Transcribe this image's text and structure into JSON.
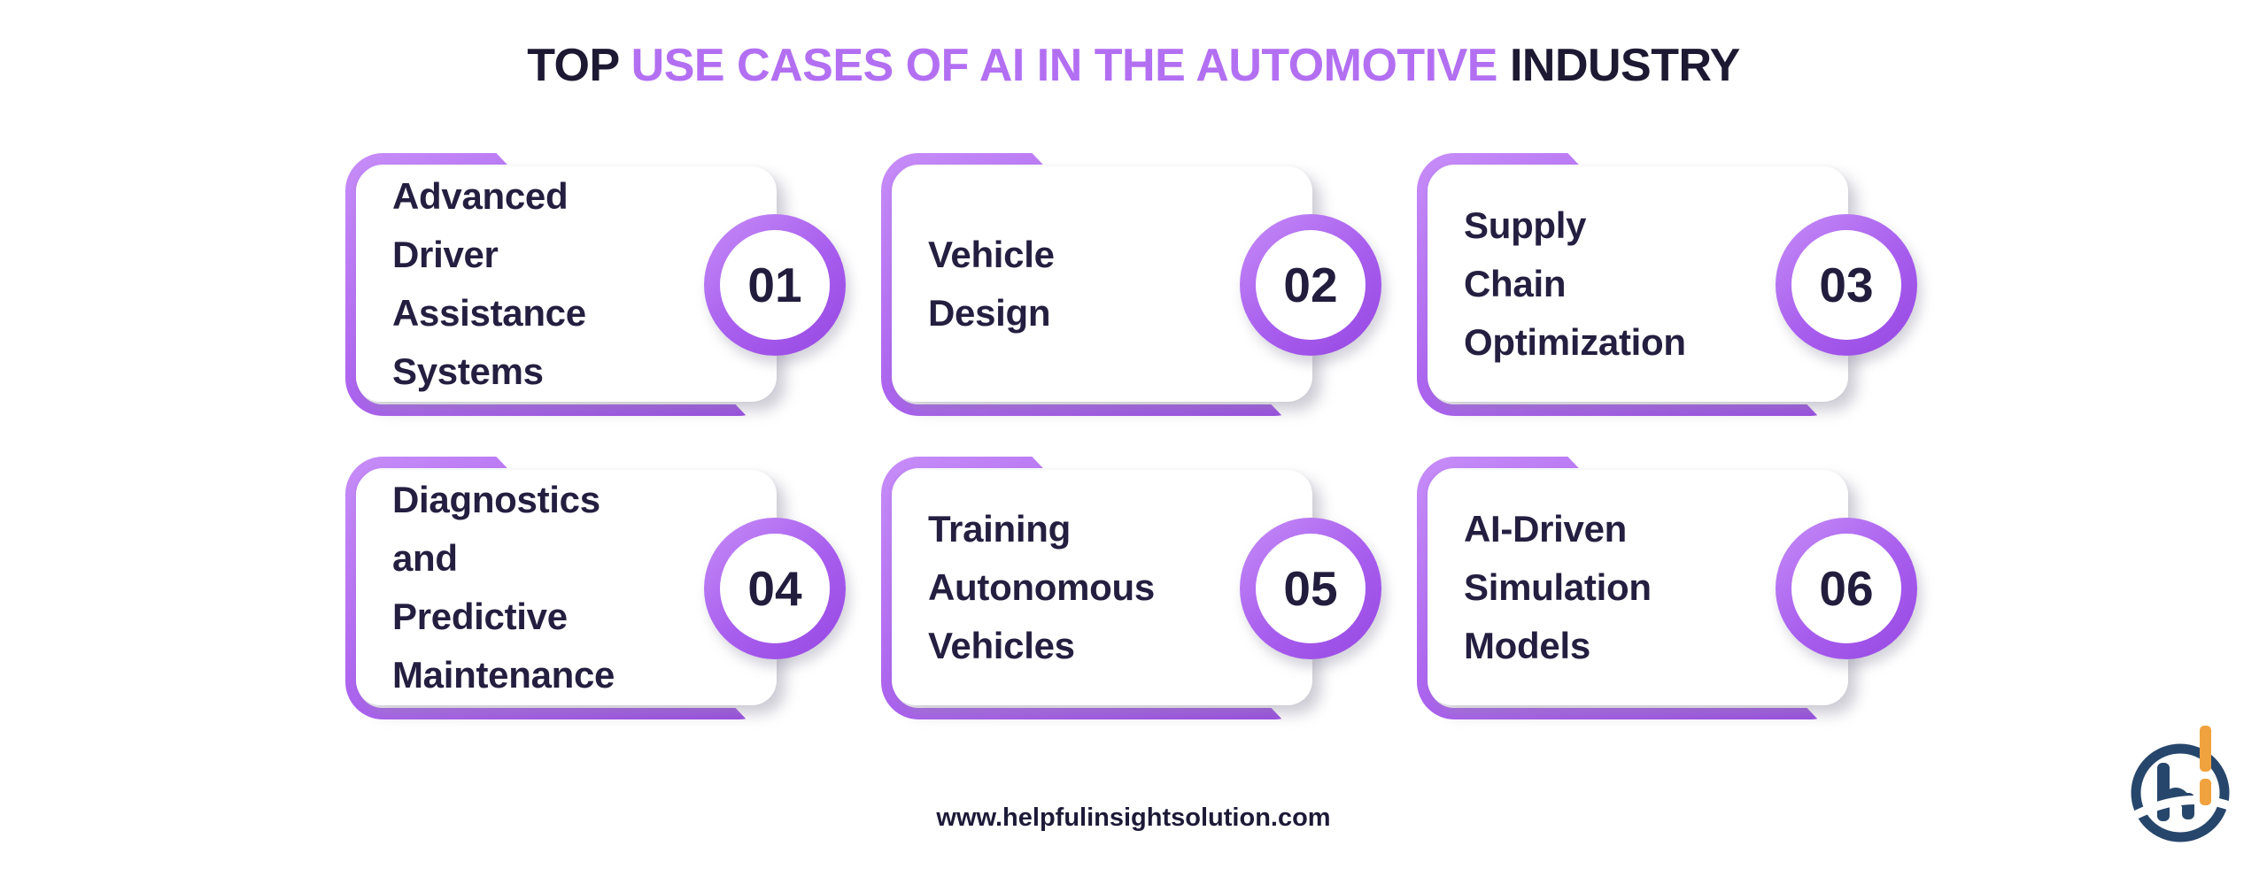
{
  "title": {
    "prefix": "TOP ",
    "highlight": "USE CASES OF AI IN THE AUTOMOTIVE",
    "suffix": " INDUSTRY"
  },
  "cards": [
    {
      "number": "01",
      "label": "Advanced Driver\nAssistance\nSystems"
    },
    {
      "number": "02",
      "label": "Vehicle\nDesign"
    },
    {
      "number": "03",
      "label": "Supply\nChain\nOptimization"
    },
    {
      "number": "04",
      "label": "Diagnostics and\nPredictive\nMaintenance"
    },
    {
      "number": "05",
      "label": "Training\nAutonomous\nVehicles"
    },
    {
      "number": "06",
      "label": "AI-Driven\nSimulation\nModels"
    }
  ],
  "footer": {
    "website": "www.helpfulinsightsolution.com"
  },
  "logo": {
    "monogram": "hi"
  },
  "colors": {
    "accent_purple": "#a75ded",
    "accent_purple_light": "#c68cf8",
    "accent_purple_dark": "#9748e2",
    "title_purple": "#b36ff2",
    "dark_navy": "#241f40",
    "logo_navy": "#27466b",
    "logo_orange": "#f0a23e",
    "background": "#ffffff"
  }
}
